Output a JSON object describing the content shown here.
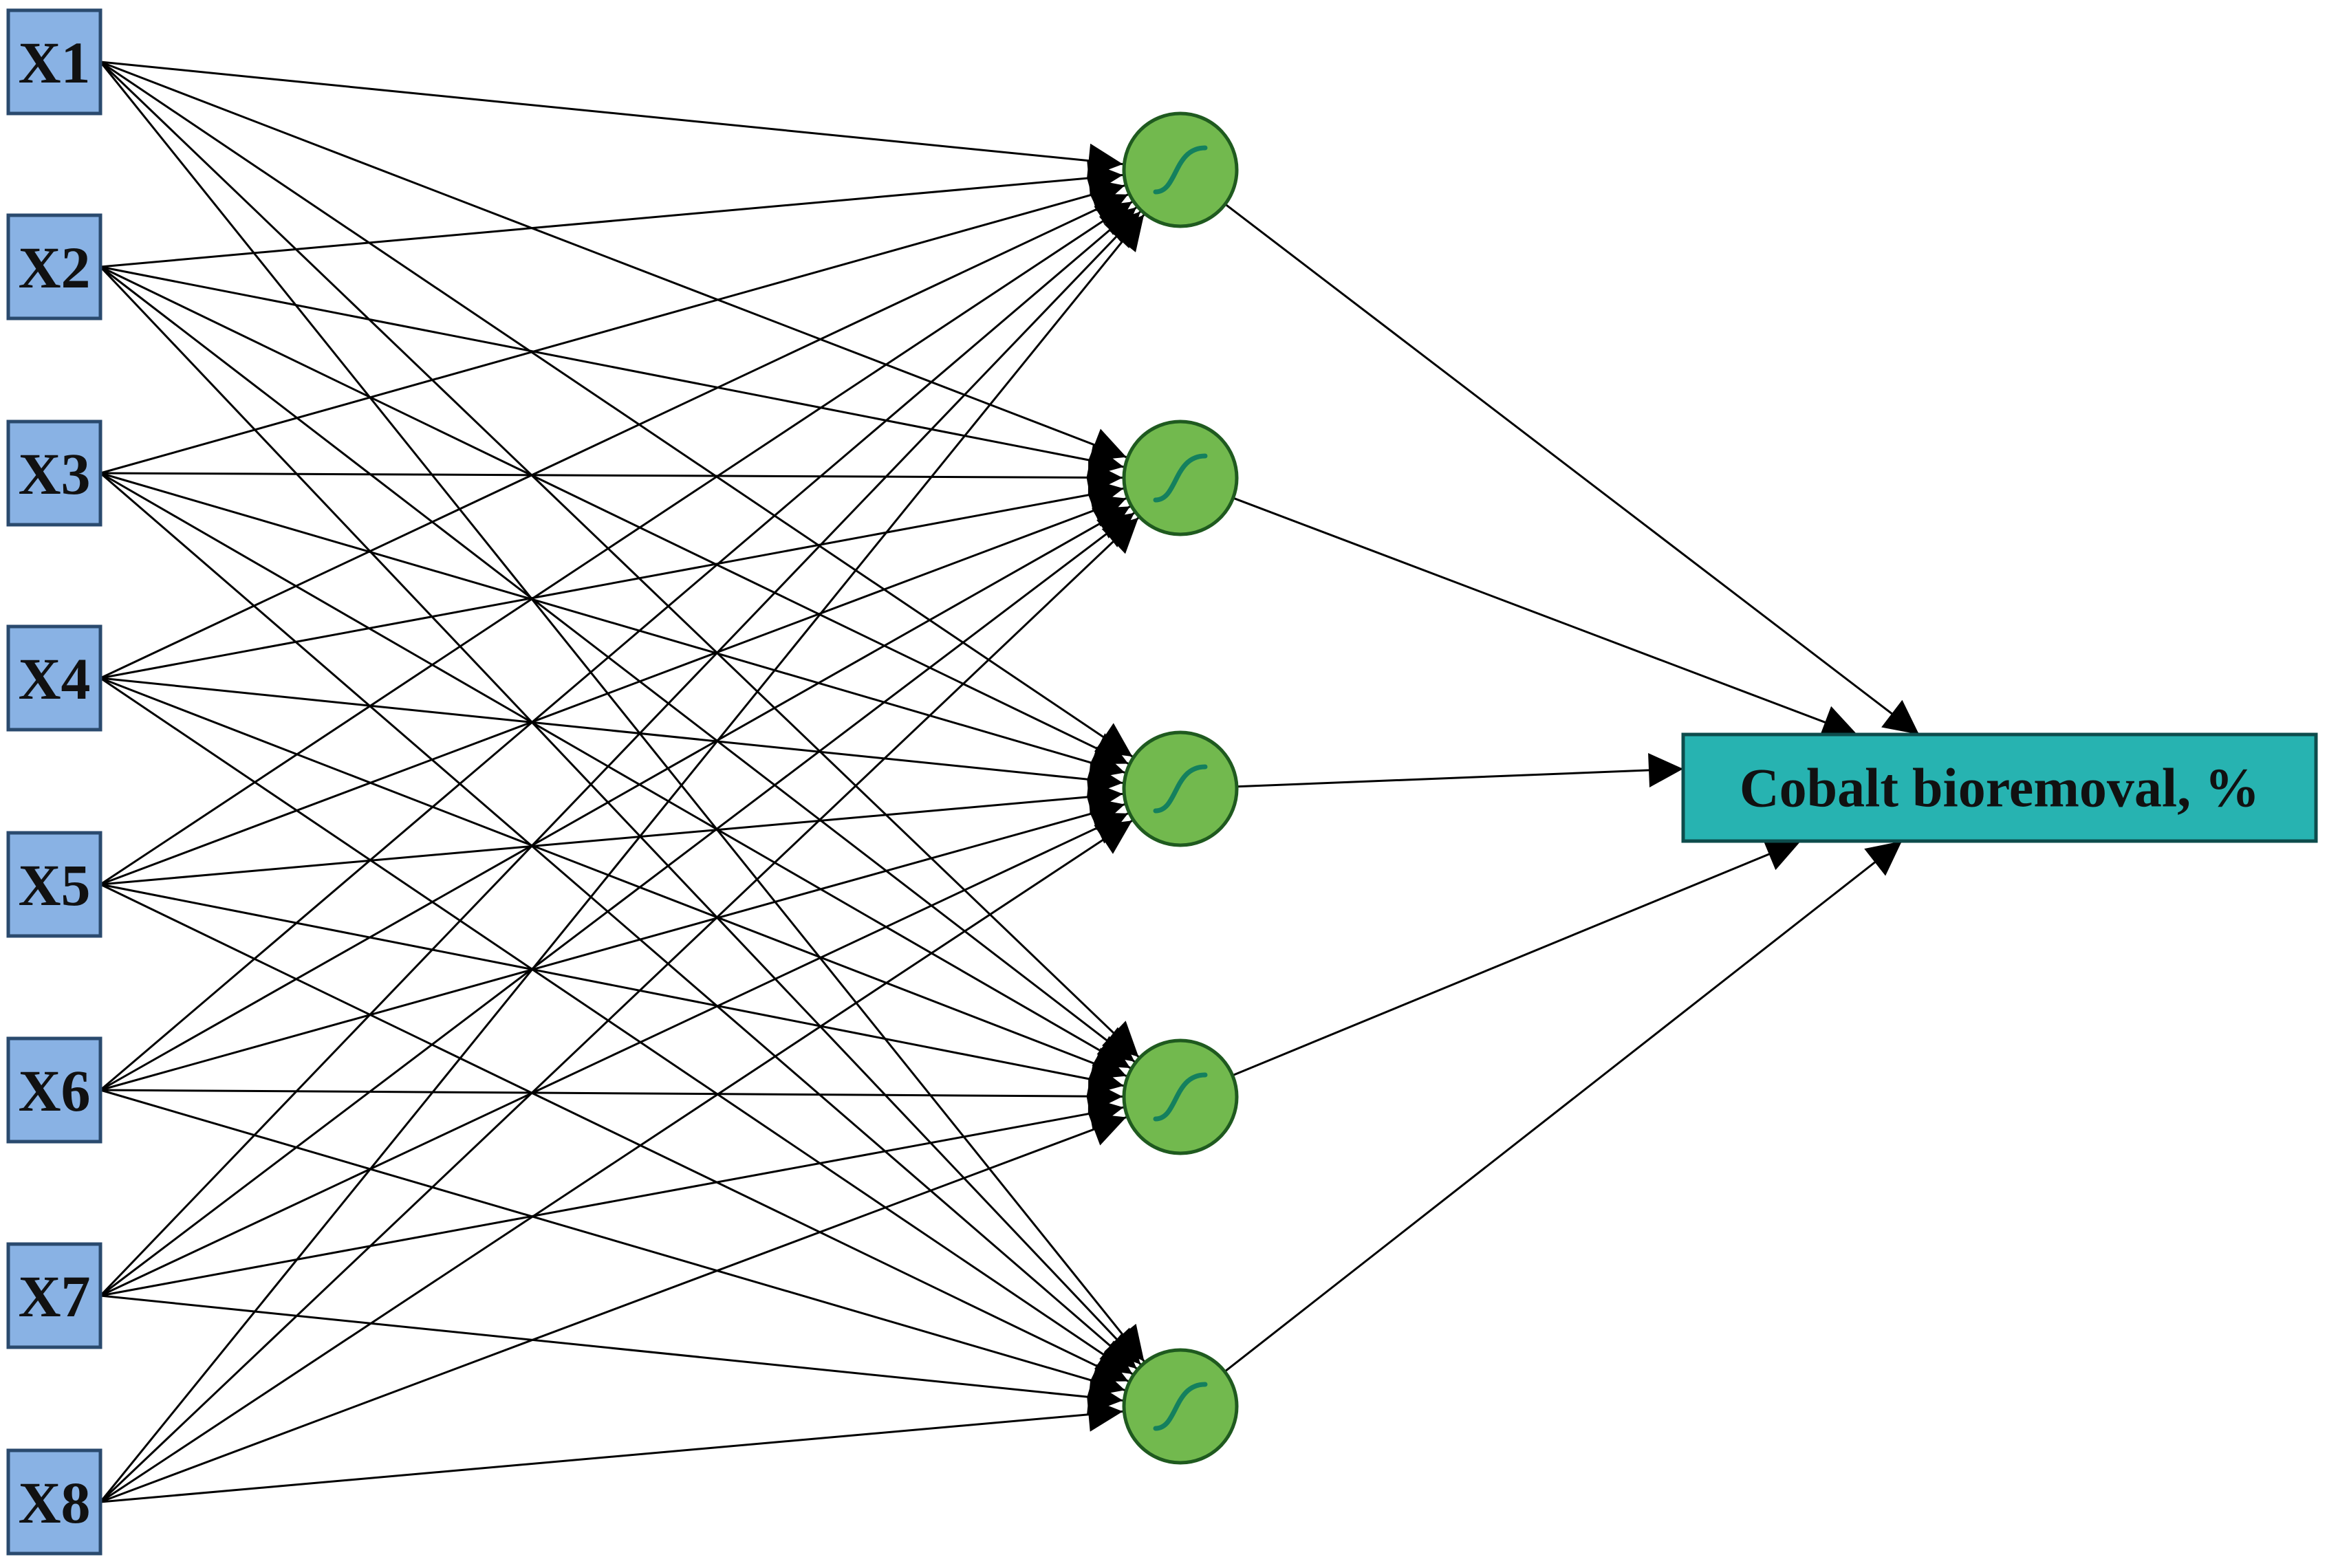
{
  "diagram": {
    "inputs": [
      "X1",
      "X2",
      "X3",
      "X4",
      "X5",
      "X6",
      "X7",
      "X8"
    ],
    "hidden_neurons": 5,
    "hidden_activation_icon": "sigmoid-icon",
    "output": "Cobalt bioremoval, %",
    "colors": {
      "input_fill": "#89b2e4",
      "hidden_fill": "#72b94e",
      "sigmoid_stroke": "#14805e",
      "output_fill": "#27b3b1",
      "edge": "#000000"
    }
  }
}
